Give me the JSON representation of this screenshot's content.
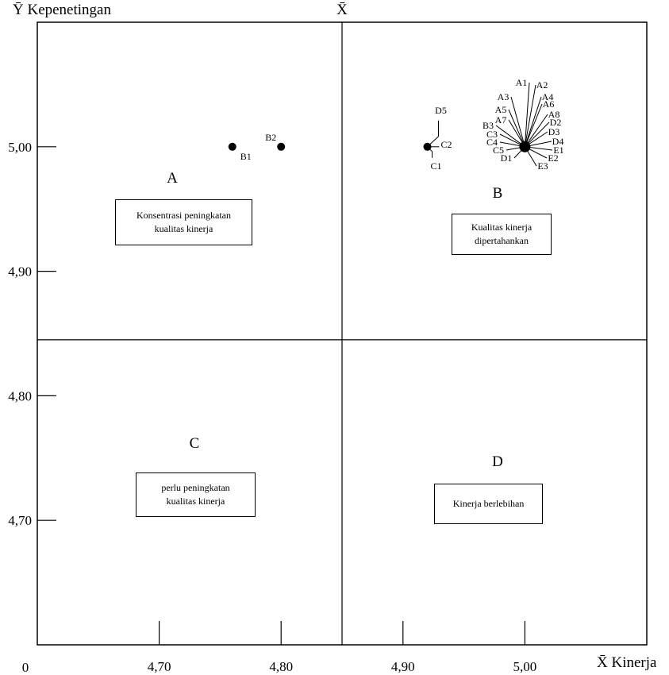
{
  "chart_data": {
    "type": "scatter",
    "x_axis_title": "X̄",
    "x_axis_label": "X̄  Kinerja",
    "y_axis_label": "Ȳ  Kepenetingan",
    "origin_label": "0",
    "xlim": [
      4.6,
      5.1
    ],
    "ylim": [
      4.6,
      5.1
    ],
    "x_mean": 4.85,
    "y_mean": 4.845,
    "x_ticks": [
      {
        "value": 4.7,
        "label": "4,70"
      },
      {
        "value": 4.8,
        "label": "4,80"
      },
      {
        "value": 4.9,
        "label": "4,90"
      },
      {
        "value": 5.0,
        "label": "5,00"
      }
    ],
    "y_ticks": [
      {
        "value": 4.7,
        "label": "4,70"
      },
      {
        "value": 4.8,
        "label": "4,80"
      },
      {
        "value": 4.9,
        "label": "4,90"
      },
      {
        "value": 5.0,
        "label": "5,00"
      }
    ],
    "quadrants": [
      {
        "id": "A",
        "letter": "A",
        "text": [
          "Konsentrasi peningkatan",
          "kualitas kinerja"
        ]
      },
      {
        "id": "B",
        "letter": "B",
        "text": [
          "Kualitas kinerja",
          "dipertahankan"
        ]
      },
      {
        "id": "C",
        "letter": "C",
        "text": [
          "perlu peningkatan",
          "kualitas kinerja"
        ]
      },
      {
        "id": "D",
        "letter": "D",
        "text": [
          "Kinerja berlebihan"
        ]
      }
    ],
    "points": [
      {
        "label": "B1",
        "x": 4.76,
        "y": 5.0
      },
      {
        "label": "B2",
        "x": 4.8,
        "y": 5.0
      },
      {
        "label": "C1",
        "x": 4.92,
        "y": 5.0
      },
      {
        "label": "C2",
        "x": 4.92,
        "y": 5.0
      },
      {
        "label": "D5",
        "x": 4.92,
        "y": 5.0
      }
    ],
    "cluster": {
      "x": 5.0,
      "y": 5.0,
      "labels": [
        "A1",
        "A2",
        "A3",
        "A4",
        "A5",
        "A6",
        "A7",
        "A8",
        "B3",
        "C3",
        "C4",
        "C5",
        "D1",
        "D2",
        "D3",
        "D4",
        "E1",
        "E2",
        "E3"
      ]
    }
  }
}
